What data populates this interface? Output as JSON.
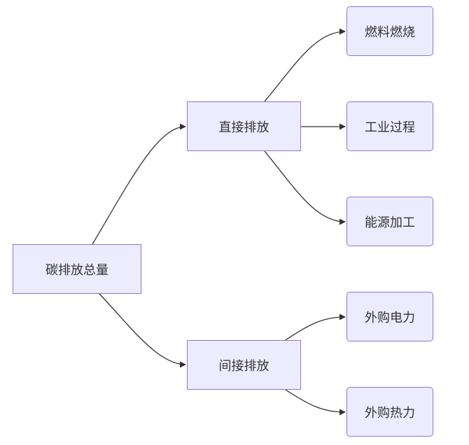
{
  "diagram": {
    "colors": {
      "node_fill": "#ECECFF",
      "node_border": "#9370DB",
      "edge": "#333333",
      "text": "#333333"
    },
    "nodes": {
      "total": "碳排放总量",
      "direct": "直接排放",
      "indirect": "间接排放",
      "fuel_combustion": "燃料燃烧",
      "industrial_process": "工业过程",
      "energy_processing": "能源加工",
      "purchased_electricity": "外购电力",
      "purchased_heat": "外购热力"
    },
    "edges": [
      [
        "total",
        "direct"
      ],
      [
        "total",
        "indirect"
      ],
      [
        "direct",
        "fuel_combustion"
      ],
      [
        "direct",
        "industrial_process"
      ],
      [
        "direct",
        "energy_processing"
      ],
      [
        "indirect",
        "purchased_electricity"
      ],
      [
        "indirect",
        "purchased_heat"
      ]
    ]
  }
}
